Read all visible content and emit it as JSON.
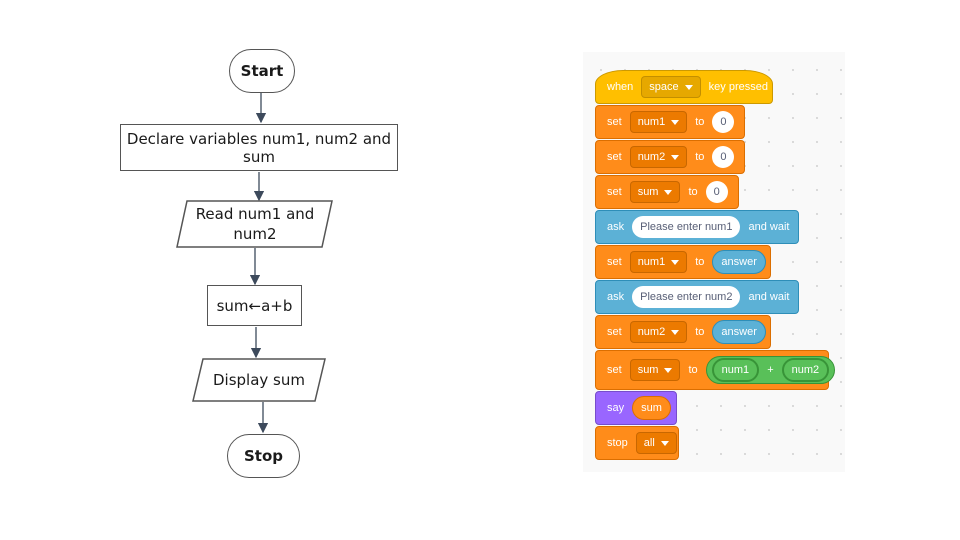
{
  "flowchart": {
    "start": "Start",
    "declare": "Declare variables num1, num2 and sum",
    "read_line1": "Read num1 and",
    "read_line2": "num2",
    "process": "sum←a+b",
    "display": "Display sum",
    "stop": "Stop"
  },
  "scratch": {
    "hat": {
      "when": "when",
      "key": "space",
      "pressed": "key pressed"
    },
    "set1": {
      "verb": "set",
      "var": "num1",
      "to": "to",
      "value": "0"
    },
    "set2": {
      "verb": "set",
      "var": "num2",
      "to": "to",
      "value": "0"
    },
    "set3": {
      "verb": "set",
      "var": "sum",
      "to": "to",
      "value": "0"
    },
    "ask1": {
      "verb": "ask",
      "prompt": "Please enter num1",
      "wait": "and wait"
    },
    "set4": {
      "verb": "set",
      "var": "num1",
      "to": "to",
      "reporter": "answer"
    },
    "ask2": {
      "verb": "ask",
      "prompt": "Please enter num2",
      "wait": "and wait"
    },
    "set5": {
      "verb": "set",
      "var": "num2",
      "to": "to",
      "reporter": "answer"
    },
    "set6": {
      "verb": "set",
      "var": "sum",
      "to": "to",
      "left": "num1",
      "op": "+",
      "right": "num2"
    },
    "say": {
      "verb": "say",
      "reporter": "sum"
    },
    "stop": {
      "verb": "stop",
      "option": "all"
    }
  },
  "colors": {
    "motion_orange": "#ff8c1a",
    "events_yellow": "#ffbf00",
    "sensing_blue": "#5cb1d6",
    "looks_purple": "#9966ff",
    "operators_green": "#59c059"
  }
}
